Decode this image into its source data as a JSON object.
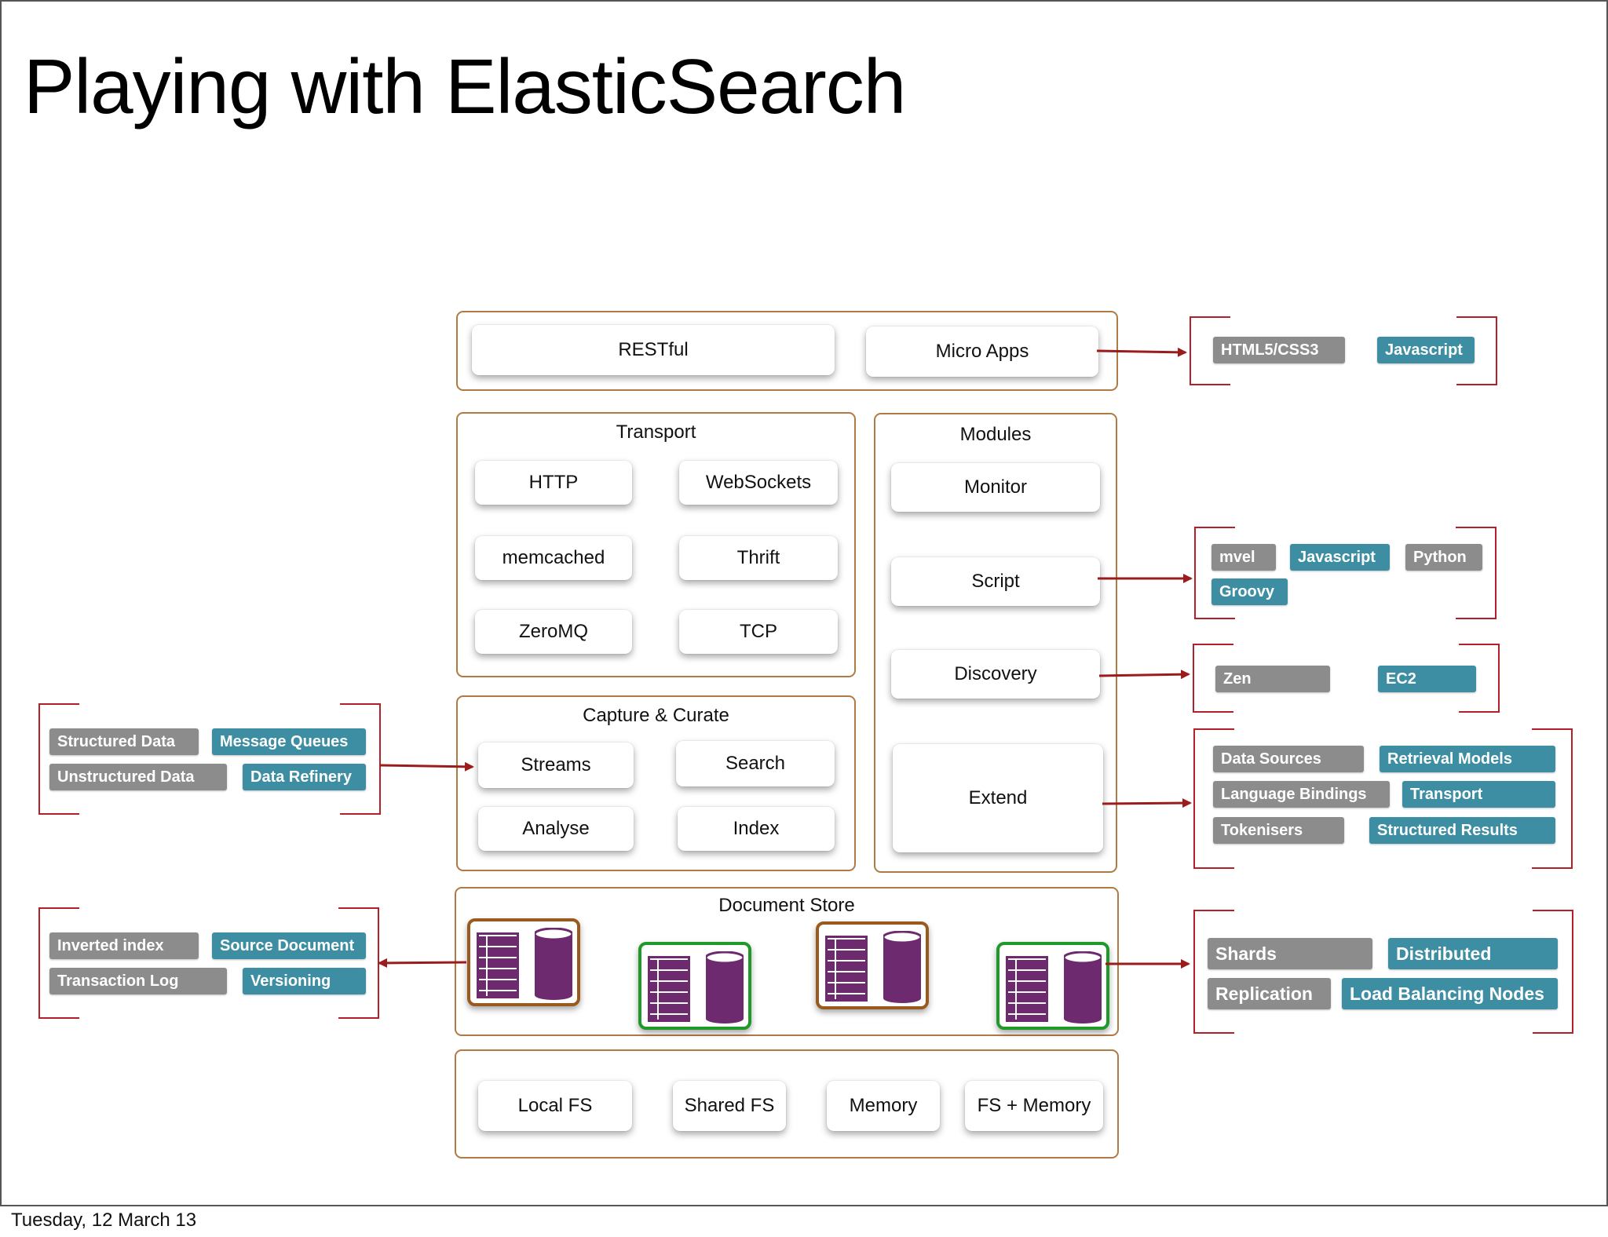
{
  "slide": {
    "title": "Playing with ElasticSearch",
    "footer_date": "Tuesday, 12 March 13"
  },
  "colors": {
    "group_border": "#b07a45",
    "bracket": "#b3202a",
    "arrow": "#9b1c1c",
    "tag_gray": "#8c8c8c",
    "tag_teal": "#3d8ea3",
    "store_brown": "#9a5a1e",
    "store_green": "#1f9a2a",
    "db_purple": "#6e2a6e"
  },
  "top_layer": {
    "items": [
      "RESTful",
      "Micro Apps"
    ]
  },
  "transport": {
    "title": "Transport",
    "items": [
      "HTTP",
      "WebSockets",
      "memcached",
      "Thrift",
      "ZeroMQ",
      "TCP"
    ]
  },
  "modules": {
    "title": "Modules",
    "items": [
      "Monitor",
      "Script",
      "Discovery",
      "Extend"
    ]
  },
  "capture": {
    "title": "Capture & Curate",
    "items": [
      "Streams",
      "Search",
      "Analyse",
      "Index"
    ]
  },
  "document_store": {
    "title": "Document Store",
    "icons": [
      "database-icon",
      "cylinder-icon"
    ]
  },
  "storage": {
    "items": [
      "Local FS",
      "Shared FS",
      "Memory",
      "FS + Memory"
    ]
  },
  "tags": {
    "micro_apps": [
      "HTML5/CSS3",
      "Javascript"
    ],
    "script": [
      "mvel",
      "Javascript",
      "Python",
      "Groovy"
    ],
    "discovery": [
      "Zen",
      "EC2"
    ],
    "extend": [
      "Data Sources",
      "Retrieval Models",
      "Language Bindings",
      "Transport",
      "Tokenisers",
      "Structured Results"
    ],
    "capture_inputs": [
      "Structured Data",
      "Message Queues",
      "Unstructured Data",
      "Data Refinery"
    ],
    "store_outputs": [
      "Inverted index",
      "Source Document",
      "Transaction Log",
      "Versioning"
    ],
    "store_features": [
      "Shards",
      "Distributed",
      "Replication",
      "Load Balancing Nodes"
    ]
  }
}
